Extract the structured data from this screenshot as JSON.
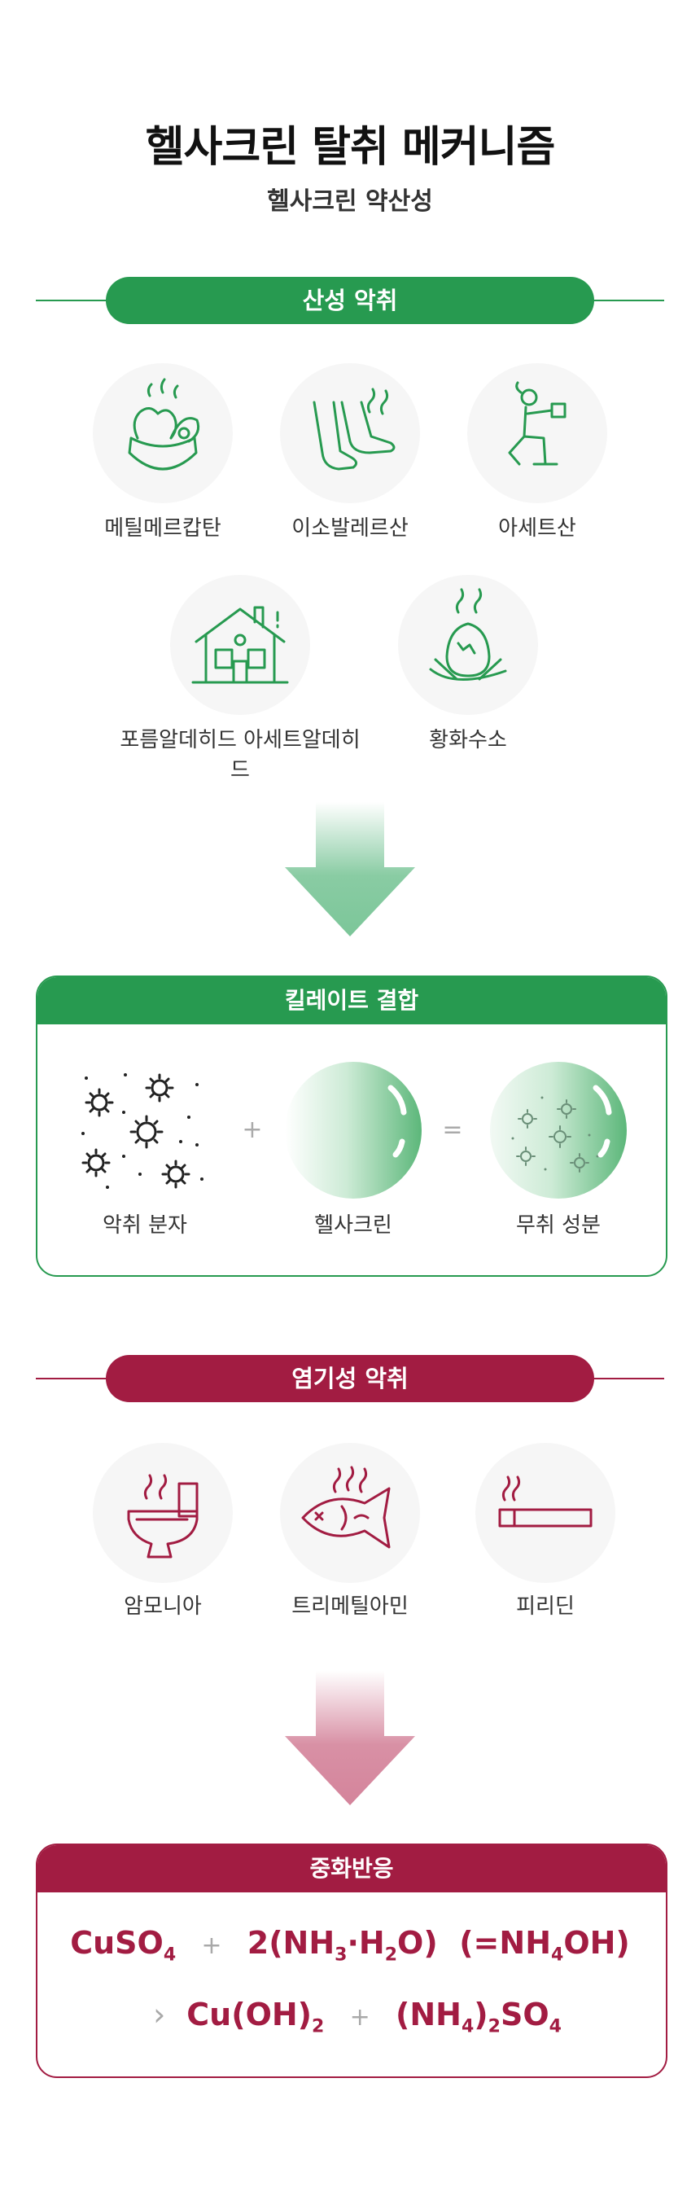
{
  "header": {
    "title": "헬사크린 탈취 메커니즘",
    "subtitle": "헬사크린 약산성"
  },
  "acid_section": {
    "heading": "산성 악취",
    "items": [
      {
        "label": "메틸메르캅탄",
        "icon": "vegetables-icon"
      },
      {
        "label": "이소발레르산",
        "icon": "smelly-feet-icon"
      },
      {
        "label": "아세트산",
        "icon": "exercising-person-icon"
      },
      {
        "label": "포름알데히드 아세트알데히드",
        "icon": "house-icon"
      },
      {
        "label": "황화수소",
        "icon": "rotten-egg-icon"
      }
    ]
  },
  "chelate": {
    "heading": "킬레이트 결합",
    "items": [
      {
        "label": "악취 분자",
        "icon": "odor-molecules-icon"
      },
      {
        "label": "헬사크린",
        "icon": "helsaclean-sphere-icon"
      },
      {
        "label": "무취 성분",
        "icon": "odorless-sphere-icon"
      }
    ],
    "plus": "+",
    "equals": "="
  },
  "base_section": {
    "heading": "염기성 악취",
    "items": [
      {
        "label": "암모니아",
        "icon": "toilet-icon"
      },
      {
        "label": "트리메틸아민",
        "icon": "fish-icon"
      },
      {
        "label": "피리딘",
        "icon": "cigarette-icon"
      }
    ]
  },
  "neutralization": {
    "heading": "중화반응",
    "line1": {
      "cuso4": "CuSO",
      "cuso4_sub": "4",
      "plus": "+",
      "nh3_prefix": "2(NH",
      "nh3_sub": "3",
      "dot": "·",
      "h2o_h": "H",
      "h2o_sub": "2",
      "h2o_end": "O)",
      "nh4oh_prefix": "(=NH",
      "nh4oh_sub": "4",
      "nh4oh_end": "OH)"
    },
    "line2": {
      "arrow": "›",
      "cuoh": "Cu(OH)",
      "cuoh_sub": "2",
      "plus": "+",
      "nh4_prefix": "(NH",
      "nh4_sub": "4",
      "nh4_close": ")",
      "so4_sub_before": "2",
      "so4": "SO",
      "so4_sub": "4"
    }
  },
  "colors": {
    "green": "#279a50",
    "red": "#a21c42",
    "icon_bg": "#f6f6f6"
  }
}
